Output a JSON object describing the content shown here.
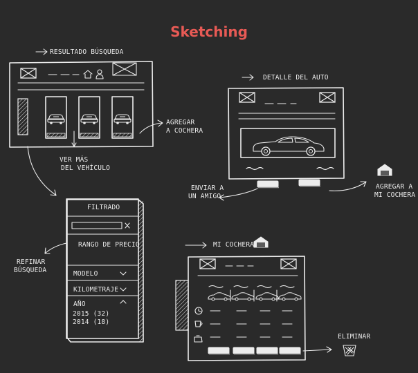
{
  "title": "Sketching",
  "labels": {
    "resultado": "RESULTADO BÚSQUEDA",
    "ver_mas_1": "VER MÁS",
    "ver_mas_2": "DEL VEHÍCULO",
    "agregar_cochera_1": "AGREGAR",
    "agregar_cochera_2": "A COCHERA",
    "detalle": "DETALLE DEL AUTO",
    "enviar_1": "ENVIAR A",
    "enviar_2": "UN AMIGO",
    "agregar_mi_1": "AGREGAR A",
    "agregar_mi_2": "MI COCHERA",
    "filtrado": "FILTRADO",
    "rango": "RANGO DE PRECIO",
    "modelo": "MODELO",
    "kilometraje": "KILOMETRAJE",
    "ano": "AÑO",
    "ano_2015": "2015 (32)",
    "ano_2014": "2014 (18)",
    "refinar_1": "REFINAR",
    "refinar_2": "BÚSQUEDA",
    "mi_cochera": "MI COCHERA",
    "eliminar": "ELIMINAR"
  },
  "colors": {
    "background": "#2a2a2a",
    "ink": "#ececec",
    "accent": "#e85a55"
  },
  "icons": [
    "home-icon",
    "user-icon",
    "garage-icon",
    "close-icon",
    "chevron-down-icon",
    "chevron-up-icon",
    "trash-icon",
    "car-icon",
    "clock-icon",
    "cup-icon",
    "engine-icon"
  ]
}
